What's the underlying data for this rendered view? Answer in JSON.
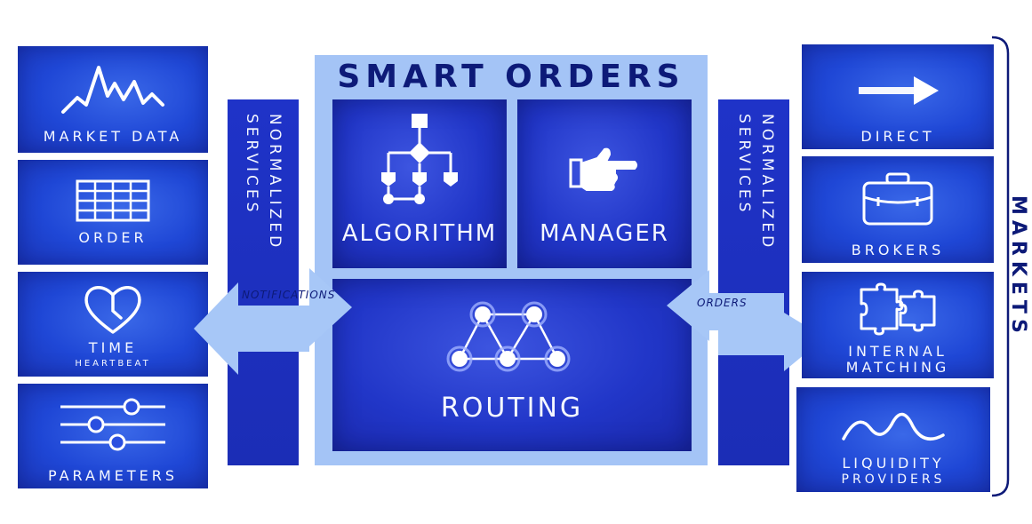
{
  "left_panels": [
    {
      "label": "MARKET DATA",
      "icon": "line-chart-icon"
    },
    {
      "label": "ORDER",
      "icon": "grid-table-icon"
    },
    {
      "label": "TIME",
      "sublabel": "HEARTBEAT",
      "icon": "heart-clock-icon"
    },
    {
      "label": "PARAMETERS",
      "icon": "sliders-icon"
    }
  ],
  "left_bar": {
    "line1": "NORMALIZED",
    "line2": "SERVICES"
  },
  "smart_orders": {
    "title": "SMART ORDERS",
    "algorithm": "ALGORITHM",
    "manager": "MANAGER",
    "routing": "ROUTING"
  },
  "right_bar": {
    "line1": "NORMALIZED",
    "line2": "SERVICES"
  },
  "arrows": {
    "notifications": "NOTIFICATIONS",
    "orders": "ORDERS"
  },
  "right_panels": [
    {
      "label": "DIRECT",
      "icon": "arrow-right-icon"
    },
    {
      "label": "BROKERS",
      "icon": "briefcase-icon"
    },
    {
      "label": "INTERNAL",
      "sublabel": "MATCHING",
      "icon": "puzzle-icon"
    },
    {
      "label": "LIQUIDITY",
      "sublabel": "PROVIDERS",
      "icon": "wave-icon"
    }
  ],
  "markets_label": "MARKETS",
  "colors": {
    "panel_blue": "#1f47d6",
    "bar_blue": "#1b2db6",
    "frame_light": "#a4c4f6",
    "arrow_light": "#a7c7f7",
    "ink": "#0d1a78"
  }
}
